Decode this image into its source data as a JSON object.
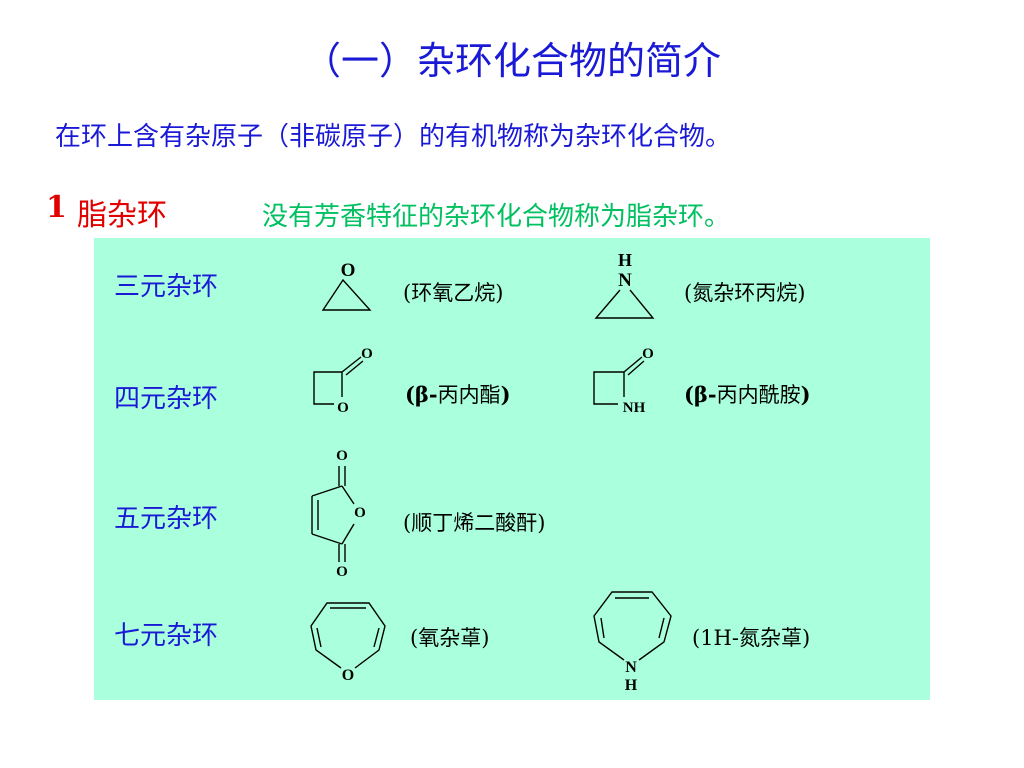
{
  "title": "（一）杂环化合物的简介",
  "intro": "在环上含有杂原子（非碳原子）的有机物称为杂环化合物。",
  "section": {
    "number": "1",
    "title": "脂杂环",
    "description": "没有芳香特征的杂环化合物称为脂杂环。"
  },
  "rows": [
    {
      "label": "三元杂环"
    },
    {
      "label": "四元杂环"
    },
    {
      "label": "五元杂环"
    },
    {
      "label": "七元杂环"
    }
  ],
  "compounds": {
    "epoxyethane": {
      "name": "(环氧乙烷)",
      "atoms": [
        "O"
      ]
    },
    "aziridine": {
      "name": "(氮杂环丙烷)",
      "atoms": [
        "H",
        "N"
      ]
    },
    "b_propiolactone": {
      "name": "(β-丙内酯)",
      "atoms": [
        "O",
        "O"
      ]
    },
    "b_propiolactam": {
      "name": "(β-丙内酰胺)",
      "atoms": [
        "O",
        "NH"
      ]
    },
    "maleic_anhydride": {
      "name": "(顺丁烯二酸酐)",
      "atoms": [
        "O",
        "O",
        "O"
      ]
    },
    "oxepine": {
      "name": "(氧杂䓬)",
      "atoms": [
        "O"
      ]
    },
    "azepine": {
      "name": "(1H-氮杂䓬)",
      "atoms": [
        "N",
        "H"
      ]
    }
  }
}
